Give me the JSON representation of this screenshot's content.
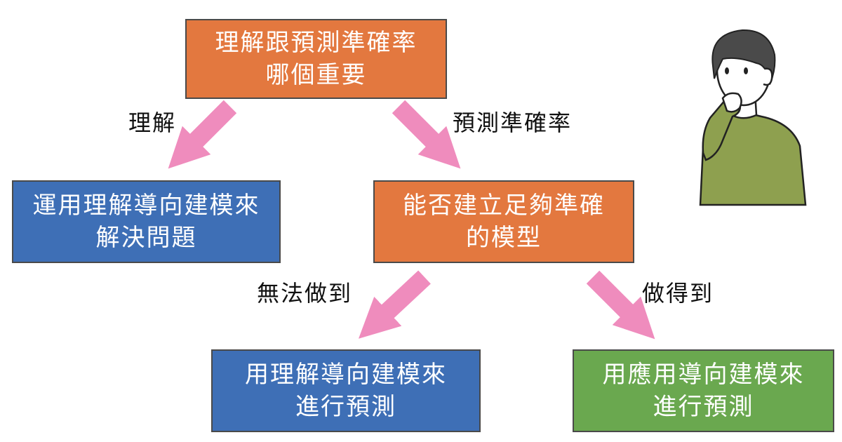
{
  "colors": {
    "orange": "#e3783f",
    "blue": "#3e6fb6",
    "green": "#6aa84f",
    "arrow": "#ef8cbd",
    "border": "#4a4a4a"
  },
  "nodes": {
    "top": {
      "line1": "理解跟預測準確率",
      "line2": "哪個重要"
    },
    "left": {
      "line1": "運用理解導向建模來",
      "line2": "解決問題"
    },
    "middle": {
      "line1": "能否建立足夠準確",
      "line2": "的模型"
    },
    "bottom_left": {
      "line1": "用理解導向建模來",
      "line2": "進行預測"
    },
    "bottom_right": {
      "line1": "用應用導向建模來",
      "line2": "進行預測"
    }
  },
  "edges": {
    "understanding": "理解",
    "accuracy": "預測準確率",
    "cannot": "無法做到",
    "can": "做得到"
  },
  "illustration": {
    "icon": "thinking-person-icon"
  }
}
